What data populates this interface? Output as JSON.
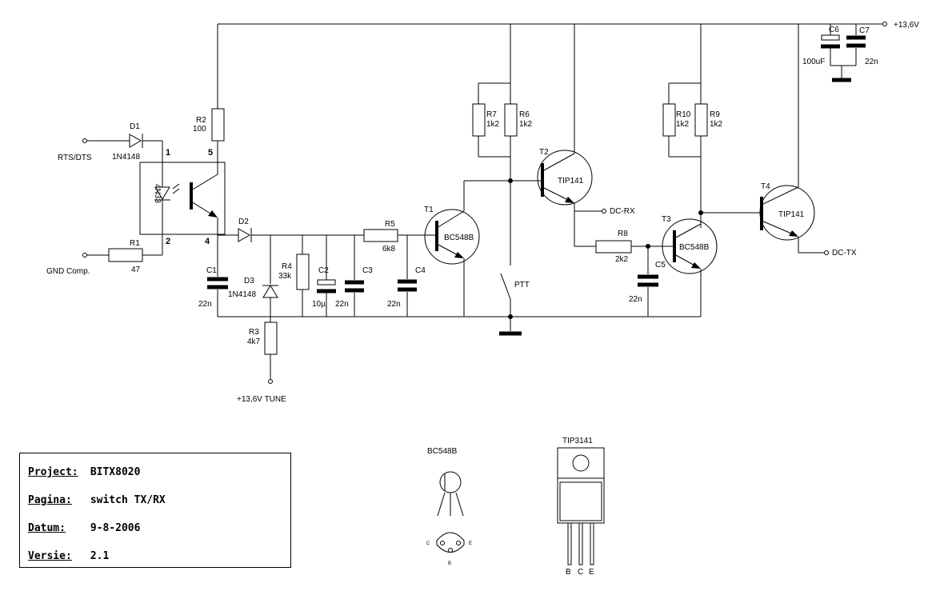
{
  "supply": {
    "vcc": "+13,6V",
    "tune": "+13,6V TUNE"
  },
  "inputs": {
    "rts": "RTS/DTS",
    "gnd": "GND Comp."
  },
  "outputs": {
    "rx": "DC-RX",
    "tx": "DC-TX"
  },
  "switch": {
    "ptt": "PTT"
  },
  "optocoupler": {
    "name": "4N33",
    "pin1": "1",
    "pin2": "2",
    "pin4": "4",
    "pin5": "5"
  },
  "components": {
    "R1": {
      "ref": "R1",
      "value": "47"
    },
    "R2": {
      "ref": "R2",
      "value": "100"
    },
    "R3": {
      "ref": "R3",
      "value": "4k7"
    },
    "R4": {
      "ref": "R4",
      "value": "33k"
    },
    "R5": {
      "ref": "R5",
      "value": "6k8"
    },
    "R6": {
      "ref": "R6",
      "value": "1k2"
    },
    "R7": {
      "ref": "R7",
      "value": "1k2"
    },
    "R8": {
      "ref": "R8",
      "value": "2k2"
    },
    "R9": {
      "ref": "R9",
      "value": "1k2"
    },
    "R10": {
      "ref": "R10",
      "value": "1k2"
    },
    "C1": {
      "ref": "C1",
      "value": "22n"
    },
    "C2": {
      "ref": "C2",
      "value": "10µ"
    },
    "C3": {
      "ref": "C3",
      "value": "22n"
    },
    "C4": {
      "ref": "C4",
      "value": "22n"
    },
    "C5": {
      "ref": "C5",
      "value": "22n"
    },
    "C6": {
      "ref": "C6",
      "value": "100uF"
    },
    "C7": {
      "ref": "C7",
      "value": "22n"
    },
    "D1": {
      "ref": "D1",
      "value": "1N4148"
    },
    "D2": {
      "ref": "D2"
    },
    "D3": {
      "ref": "D3",
      "value": "1N4148"
    },
    "T1": {
      "ref": "T1",
      "value": "BC548B"
    },
    "T2": {
      "ref": "T2",
      "value": "TIP141"
    },
    "T3": {
      "ref": "T3",
      "value": "BC548B"
    },
    "T4": {
      "ref": "T4",
      "value": "TIP141"
    }
  },
  "packages": {
    "bc548b": {
      "title": "BC548B",
      "pin_c": "C",
      "pin_b": "B",
      "pin_e": "E"
    },
    "tip": {
      "title": "TIP3141",
      "pin_b": "B",
      "pin_c": "C",
      "pin_e": "E"
    }
  },
  "title_block": {
    "project_label": "Project:",
    "project": "BITX8020",
    "page_label": "Pagina:",
    "page": "switch TX/RX",
    "date_label": "Datum:",
    "date": "9-8-2006",
    "version_label": "Versie:",
    "version": "2.1"
  }
}
